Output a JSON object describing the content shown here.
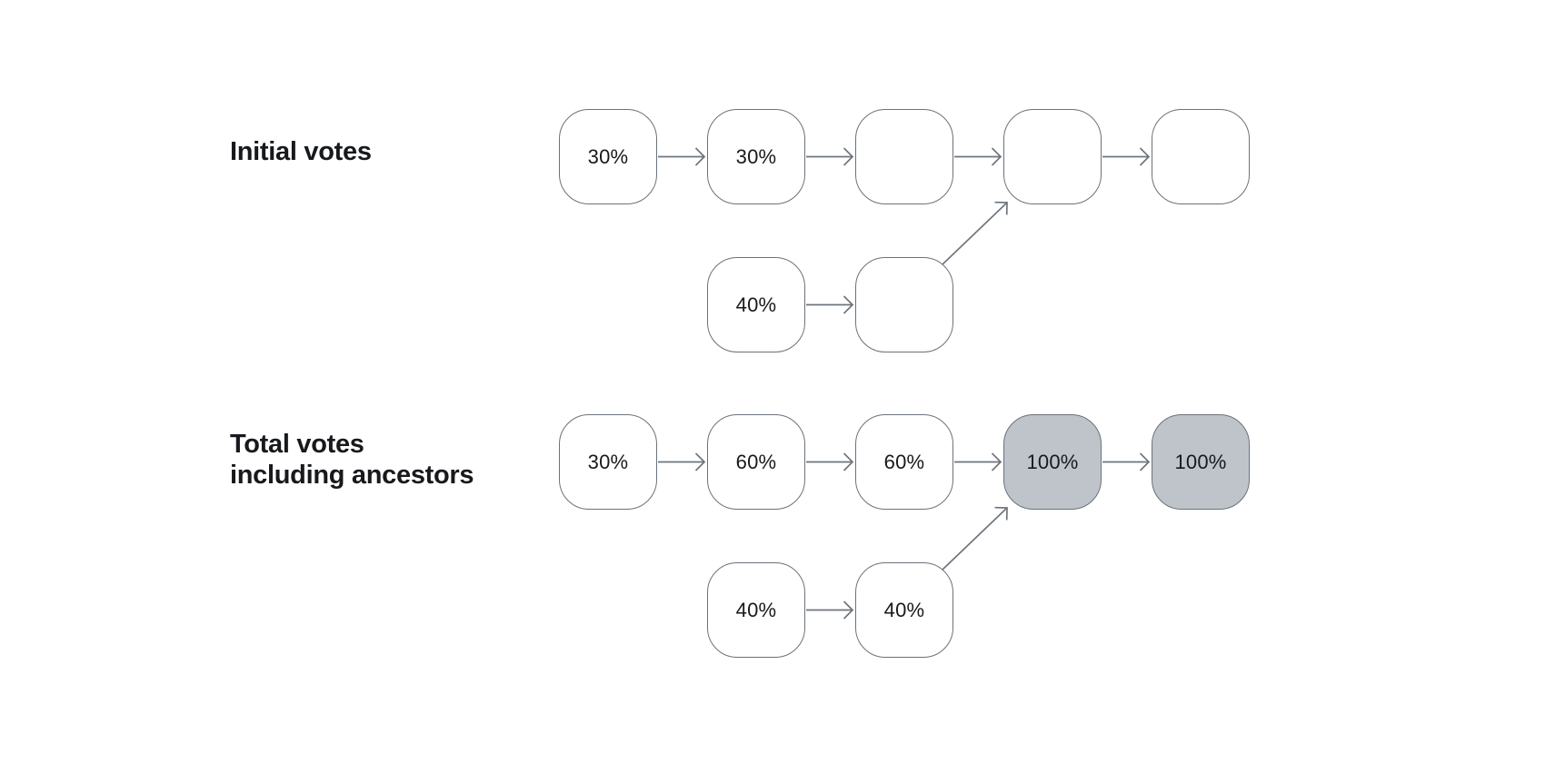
{
  "page": {
    "background_color": "#ffffff"
  },
  "diagram": {
    "description": "Fork-choice vote propagation diagram: two block chains with a fork merging back into the canonical chain",
    "colors": {
      "node_border": "#6b727a",
      "arrow": "#6e757d",
      "node_fill": "#ffffff",
      "highlight_fill": "#bec4ca",
      "text": "#17191c"
    },
    "sections": [
      {
        "label_lines": [
          "Initial votes"
        ],
        "chain": [
          {
            "value": "30%",
            "highlighted": false
          },
          {
            "value": "30%",
            "highlighted": false
          },
          {
            "value": "",
            "highlighted": false
          },
          {
            "value": "",
            "highlighted": false
          },
          {
            "value": "",
            "highlighted": false
          }
        ],
        "fork": [
          {
            "value": "40%",
            "highlighted": false
          },
          {
            "value": "",
            "highlighted": false
          }
        ],
        "fork_merges_into_chain_index": 3
      },
      {
        "label_lines": [
          "Total votes",
          "including ancestors"
        ],
        "chain": [
          {
            "value": "30%",
            "highlighted": false
          },
          {
            "value": "60%",
            "highlighted": false
          },
          {
            "value": "60%",
            "highlighted": false
          },
          {
            "value": "100%",
            "highlighted": true
          },
          {
            "value": "100%",
            "highlighted": true
          }
        ],
        "fork": [
          {
            "value": "40%",
            "highlighted": false
          },
          {
            "value": "40%",
            "highlighted": false
          }
        ],
        "fork_merges_into_chain_index": 3
      }
    ]
  }
}
